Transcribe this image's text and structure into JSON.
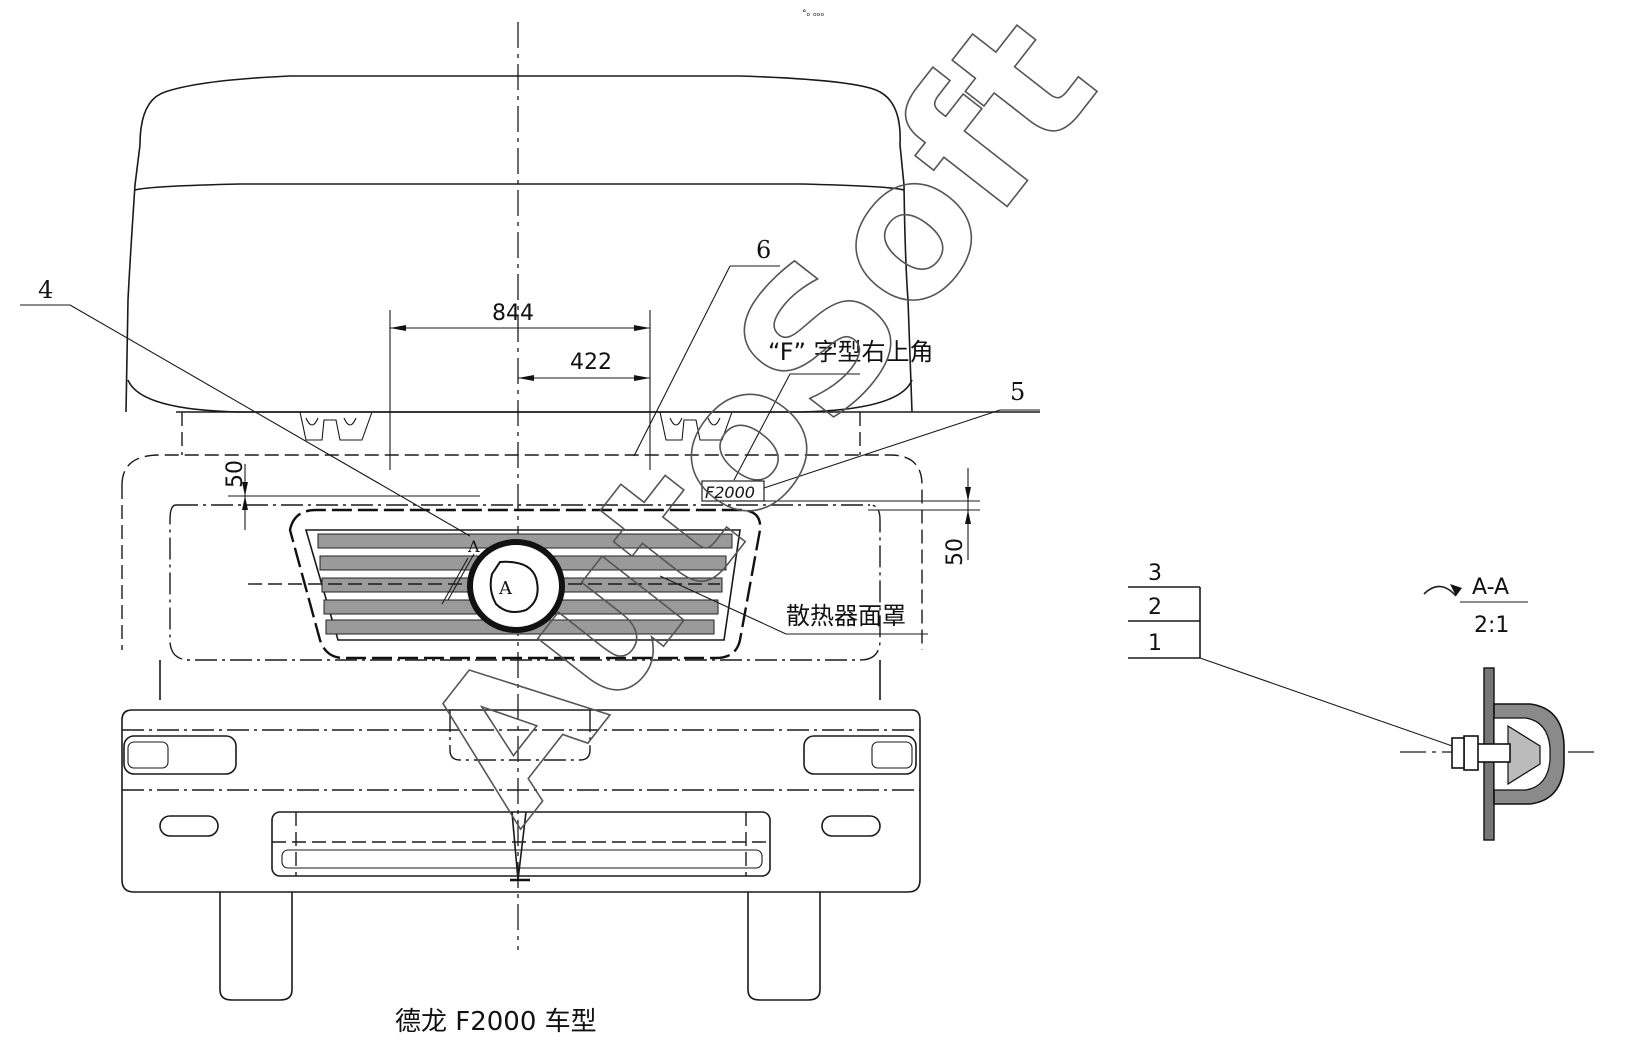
{
  "drawing": {
    "caption": "德龙 F2000 车型",
    "tiny_mark": "°ₒ ₒₒₒ",
    "watermark": "AutoSoft"
  },
  "dimensions": {
    "width_outer": "844",
    "width_half": "422",
    "height_left": "50",
    "height_right": "50"
  },
  "callouts": {
    "item4": "4",
    "item5": "5",
    "item6": "6",
    "f_corner_note": "“F” 字型右上角",
    "radiator_cover": "散热器面罩",
    "emblem": "F2000",
    "section_mark_1": "A",
    "section_mark_2": "A"
  },
  "section_view": {
    "title": "A-A",
    "scale": "2:1",
    "layers": [
      "3",
      "2",
      "1"
    ]
  }
}
